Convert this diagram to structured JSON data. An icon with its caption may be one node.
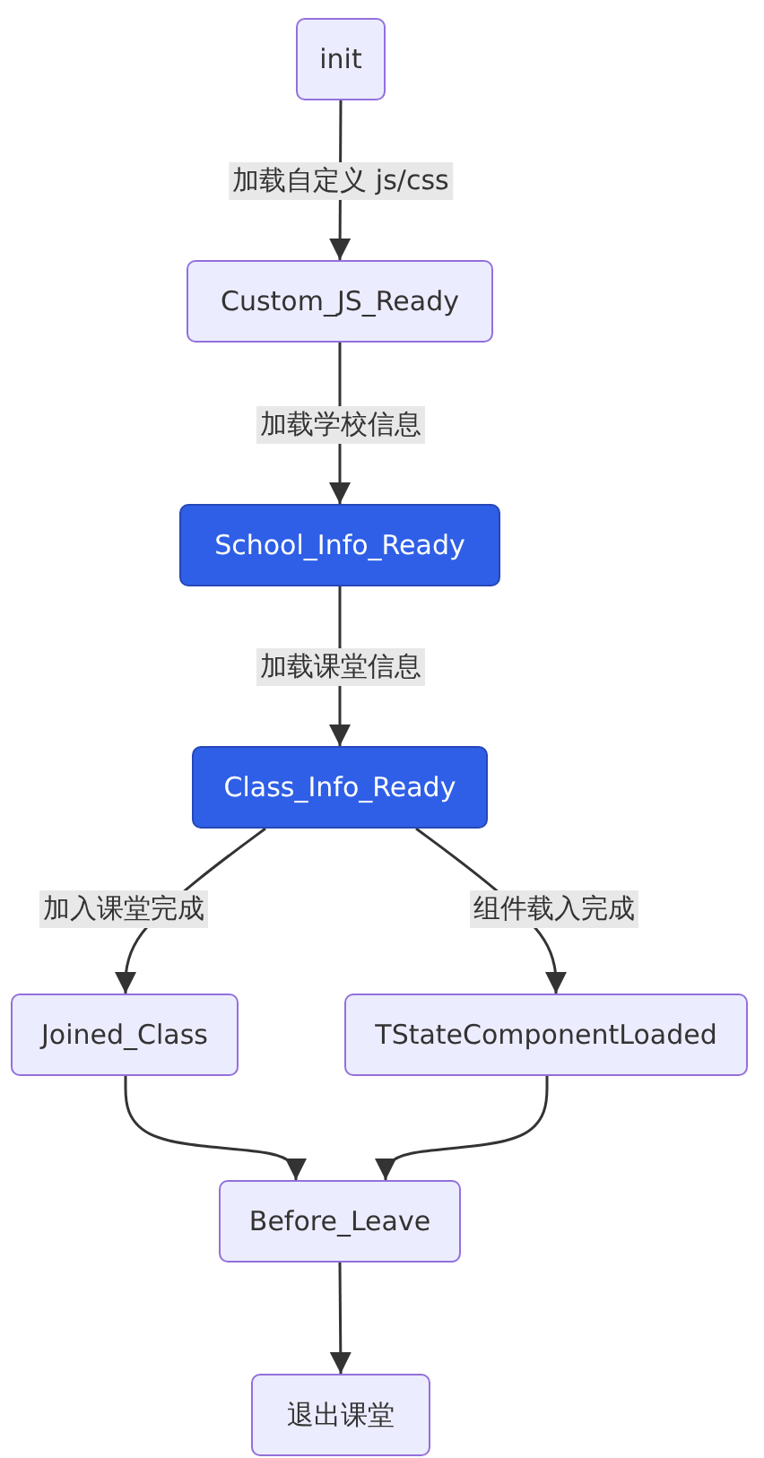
{
  "diagram": {
    "nodes": [
      {
        "text": [
          "init"
        ]
      },
      {
        "text": [
          "Custom_JS_Ready"
        ]
      },
      {
        "text": [
          "School_Info_Ready"
        ]
      },
      {
        "text": [
          "Class_Info_Ready"
        ]
      },
      {
        "text": [
          "Joined_Class"
        ]
      },
      {
        "text": [
          "TStateComponentLoaded"
        ]
      },
      {
        "text": [
          "Before_Leave"
        ]
      },
      {
        "text": [
          "退出课堂"
        ]
      }
    ],
    "edges": [
      {
        "from": 0,
        "to": 1,
        "arrow": "to",
        "label": "加载自定义 js/css"
      },
      {
        "from": 1,
        "to": 2,
        "arrow": "to",
        "label": "加载学校信息"
      },
      {
        "from": 2,
        "to": 3,
        "arrow": "to",
        "label": "加载课堂信息"
      },
      {
        "from": 3,
        "to": 4,
        "arrow": "to",
        "label": "加入课堂完成"
      },
      {
        "from": 3,
        "to": 5,
        "arrow": "to",
        "label": "组件载入完成"
      },
      {
        "from": 4,
        "to": 6,
        "arrow": "to"
      },
      {
        "from": 5,
        "to": 6,
        "arrow": "to"
      },
      {
        "from": 6,
        "to": 7,
        "arrow": "to"
      }
    ]
  }
}
